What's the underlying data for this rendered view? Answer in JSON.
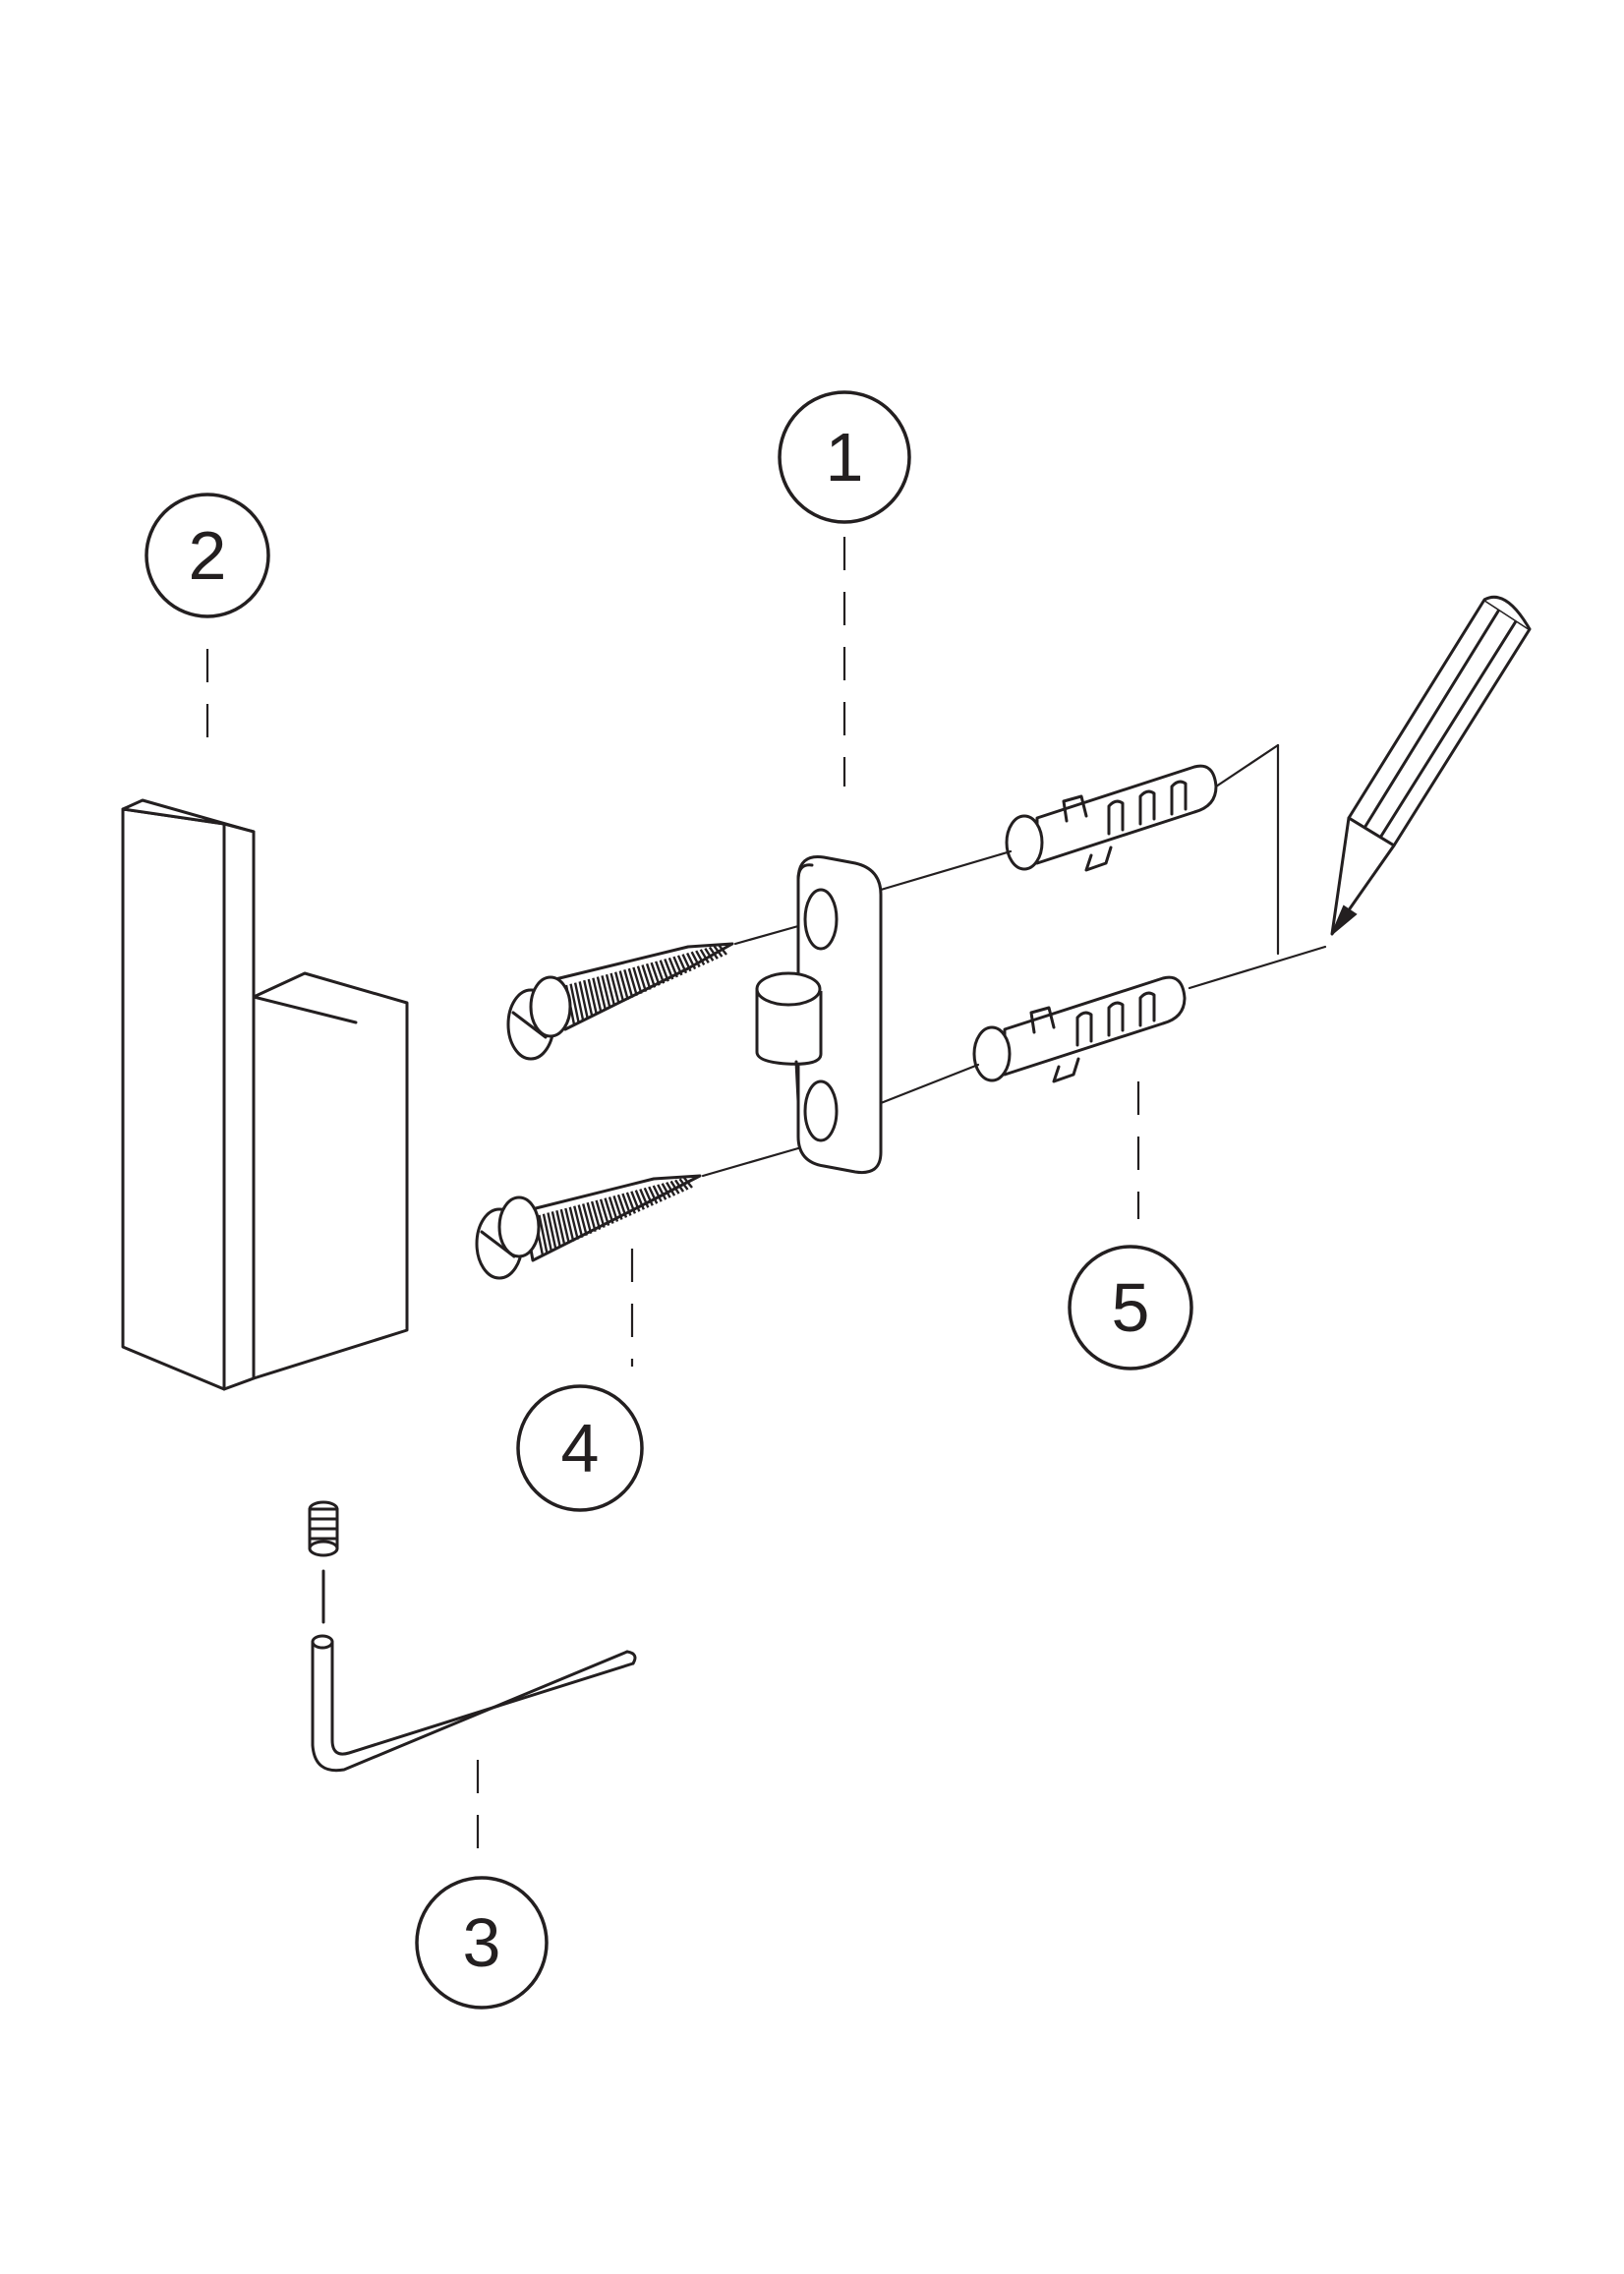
{
  "callouts": [
    {
      "id": "1",
      "label": "1"
    },
    {
      "id": "2",
      "label": "2"
    },
    {
      "id": "3",
      "label": "3"
    },
    {
      "id": "4",
      "label": "4"
    },
    {
      "id": "5",
      "label": "5"
    }
  ],
  "parts": [
    {
      "name": "mounting-bracket",
      "callout": "1"
    },
    {
      "name": "towel-hook",
      "callout": "2"
    },
    {
      "name": "hex-key-with-set-screw",
      "callout": "3"
    },
    {
      "name": "screws",
      "callout": "4"
    },
    {
      "name": "wall-plugs",
      "callout": "5"
    }
  ],
  "colors": {
    "line": "#231f20",
    "background": "#ffffff"
  }
}
